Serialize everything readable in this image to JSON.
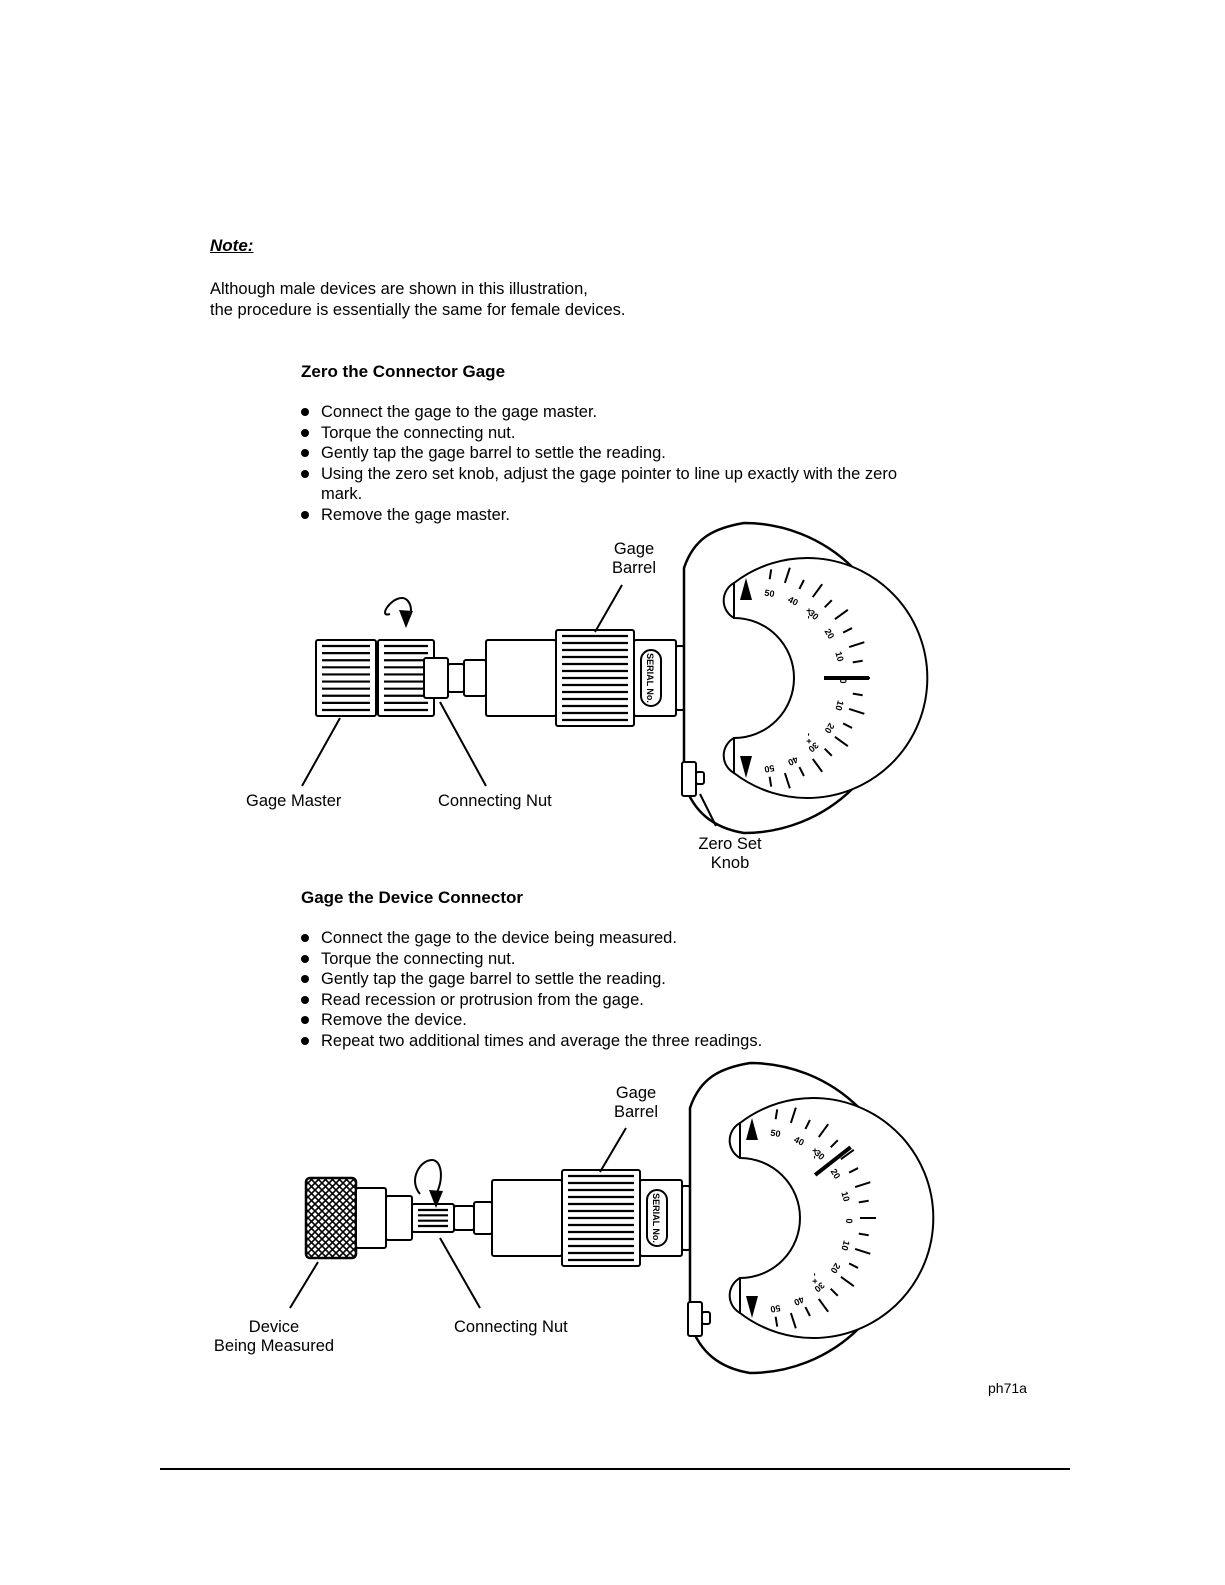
{
  "note": {
    "title": "Note:",
    "line1": "Although male devices are shown in this illustration,",
    "line2": "the procedure is essentially the same for female devices."
  },
  "section1": {
    "heading": "Zero the Connector Gage",
    "steps": [
      "Connect the gage to the gage master.",
      "Torque the connecting nut.",
      "Gently tap the gage barrel to settle the reading.",
      "Using the zero set knob, adjust the gage pointer to line up exactly with the zero mark.",
      "Remove the gage master."
    ],
    "figure": {
      "gage_barrel_line1": "Gage",
      "gage_barrel_line2": "Barrel",
      "gage_master": "Gage Master",
      "connecting_nut": "Connecting Nut",
      "zero_set_line1": "Zero Set",
      "zero_set_line2": "Knob"
    }
  },
  "section2": {
    "heading": "Gage the Device Connector",
    "steps": [
      "Connect the gage to the device being measured.",
      "Torque the connecting nut.",
      "Gently tap the gage barrel to settle the reading.",
      "Read recession or protrusion from the gage.",
      "Remove the device.",
      "Repeat two additional times and average the three readings."
    ],
    "figure": {
      "gage_barrel_line1": "Gage",
      "gage_barrel_line2": "Barrel",
      "device_line1": "Device",
      "device_line2": "Being Measured",
      "connecting_nut": "Connecting Nut"
    }
  },
  "serial_label": "SERIAL No.",
  "dial_scale": {
    "upper": [
      "50",
      "40",
      "30",
      "20",
      "10"
    ],
    "center": "0",
    "lower": [
      "10",
      "20",
      "30",
      "40",
      "50"
    ],
    "upper_sign": "+ -",
    "lower_sign": "- +"
  },
  "figure_id": "ph71a"
}
